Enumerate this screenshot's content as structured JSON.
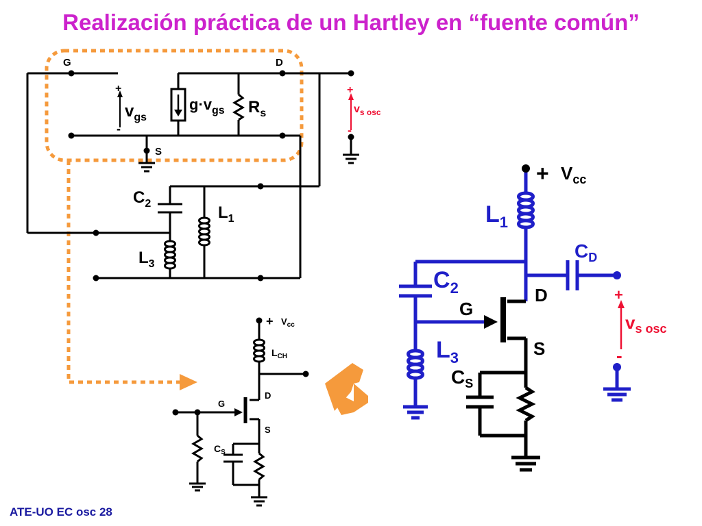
{
  "title": "Realización práctica de un Hartley en “fuente común”",
  "footer": "ATE-UO EC osc 28",
  "colors": {
    "title": "#cc22cc",
    "blue": "#1f1fc8",
    "red": "#ee1133",
    "orange": "#f59a3c",
    "black": "#000000",
    "footer": "#1a1aa0"
  },
  "small_circuit": {
    "labels": {
      "g": "G",
      "d": "D",
      "s": "S",
      "vgs_plus": "+",
      "vgs_minus": "-",
      "vgs": "v",
      "vgs_sub": "gs",
      "gm": "g·v",
      "gm_sub": "gs",
      "rs": "R",
      "rs_sub": "s",
      "c2": "C",
      "c2_sub": "2",
      "l1": "L",
      "l1_sub": "1",
      "l3": "L",
      "l3_sub": "3"
    },
    "vout": {
      "plus": "+",
      "minus": "-",
      "label": "v",
      "sub": "s osc"
    }
  },
  "bottom_circuit": {
    "labels": {
      "plus": "+",
      "vcc": "V",
      "vcc_sub": "cc",
      "lch": "L",
      "lch_sub": "CH",
      "d": "D",
      "g": "G",
      "s": "S",
      "cs": "C",
      "cs_sub": "S"
    }
  },
  "big_circuit": {
    "labels": {
      "plus": "+",
      "vcc": "V",
      "vcc_sub": "cc",
      "l1": "L",
      "l1_sub": "1",
      "cd": "C",
      "cd_sub": "D",
      "c2": "C",
      "c2_sub": "2",
      "d": "D",
      "g": "G",
      "l3": "L",
      "l3_sub": "3",
      "s": "S",
      "cs": "C",
      "cs_sub": "S"
    },
    "vout": {
      "plus": "+",
      "minus": "-",
      "label": "v",
      "sub": "s osc"
    }
  }
}
